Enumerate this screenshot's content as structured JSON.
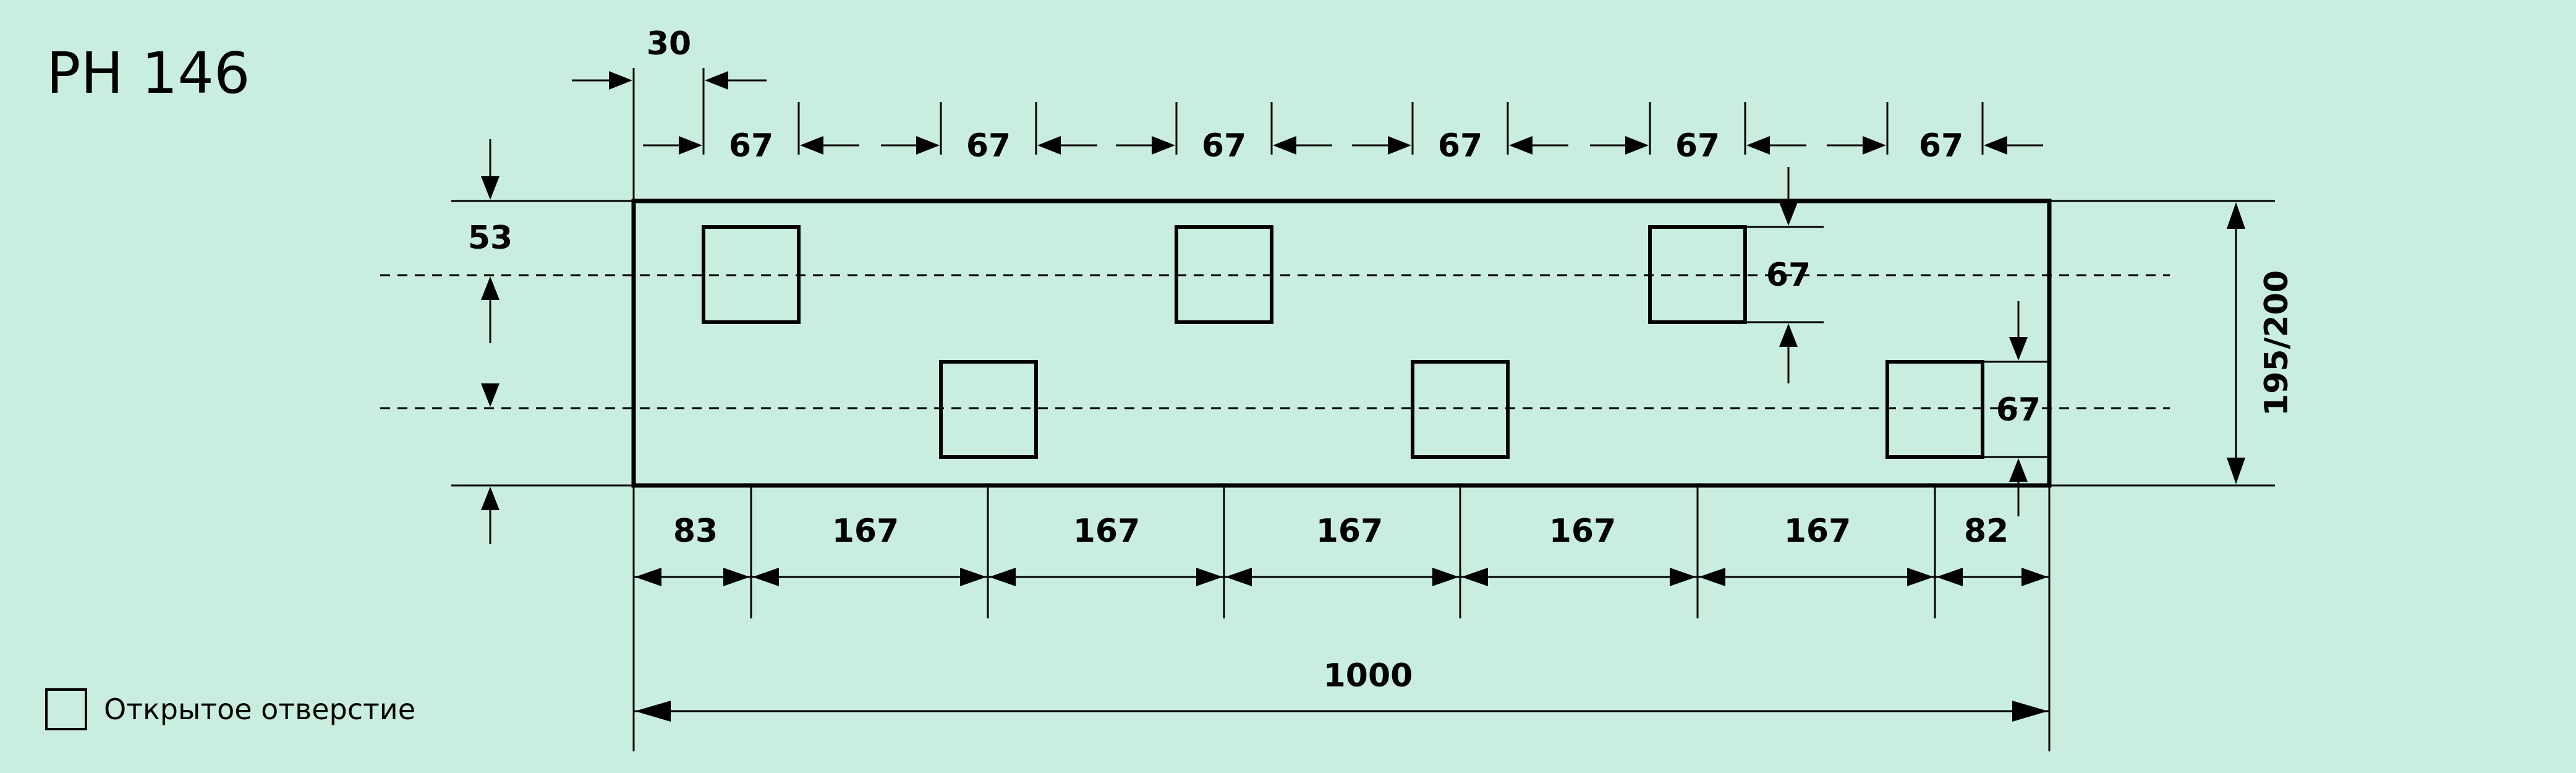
{
  "title": "PH 146",
  "legend": {
    "icon": "open-square-icon",
    "label": "Открытое отверстие"
  },
  "dimensions": {
    "top_offset": "30",
    "top_segments": [
      "67",
      "67",
      "67",
      "67",
      "67",
      "67"
    ],
    "left_offset": "53",
    "hole_height_upper": "67",
    "hole_height_lower": "67",
    "height": "195/200",
    "bottom_segments": [
      "83",
      "167",
      "167",
      "167",
      "167",
      "167",
      "82"
    ],
    "total_width": "1000"
  },
  "colors": {
    "background": "#c9eedf",
    "ink": "#000000"
  }
}
